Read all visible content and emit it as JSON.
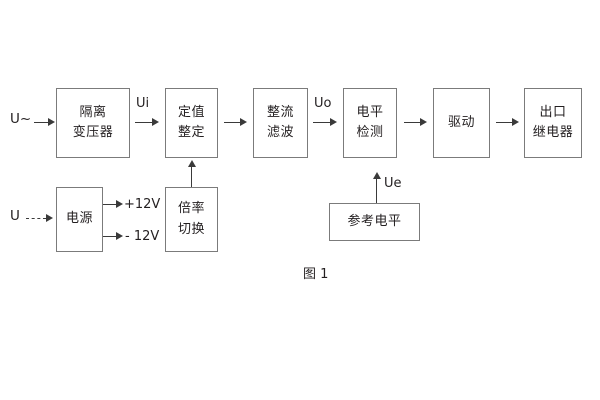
{
  "figure": {
    "caption": "图 1",
    "background_color": "#ffffff",
    "box_border_color": "#7b7b7b",
    "line_color": "#3a3a3a",
    "text_color": "#231f20"
  },
  "blocks": [
    {
      "id": "isolation-transformer",
      "lines": [
        "隔离",
        "变压器"
      ]
    },
    {
      "id": "setting-value",
      "lines": [
        "定值",
        "整定"
      ]
    },
    {
      "id": "rectify-filter",
      "lines": [
        "整流",
        "滤波"
      ]
    },
    {
      "id": "level-detection",
      "lines": [
        "电平",
        "检测"
      ]
    },
    {
      "id": "drive",
      "lines": [
        "驱动"
      ]
    },
    {
      "id": "output-relay",
      "lines": [
        "出口",
        "继电器"
      ]
    },
    {
      "id": "power-supply",
      "lines": [
        "电源"
      ]
    },
    {
      "id": "multiplier-switch",
      "lines": [
        "倍率",
        "切换"
      ]
    },
    {
      "id": "reference-level",
      "lines": [
        "参考电平"
      ]
    }
  ],
  "labels": {
    "input_ac": "U~",
    "input_dc": "U",
    "signal_ui": "Ui",
    "signal_uo": "Uo",
    "signal_ue": "Ue",
    "rail_positive": "+12V",
    "rail_negative": "- 12V"
  },
  "signal_flow": [
    "U~ → 隔离变压器 → Ui → 定值整定 → 整流滤波 → Uo → 电平检测 → 驱动 → 出口继电器",
    "U → 电源 → +12V / -12V",
    "倍率切换 → 定值整定",
    "参考电平 → Ue → 电平检测"
  ]
}
